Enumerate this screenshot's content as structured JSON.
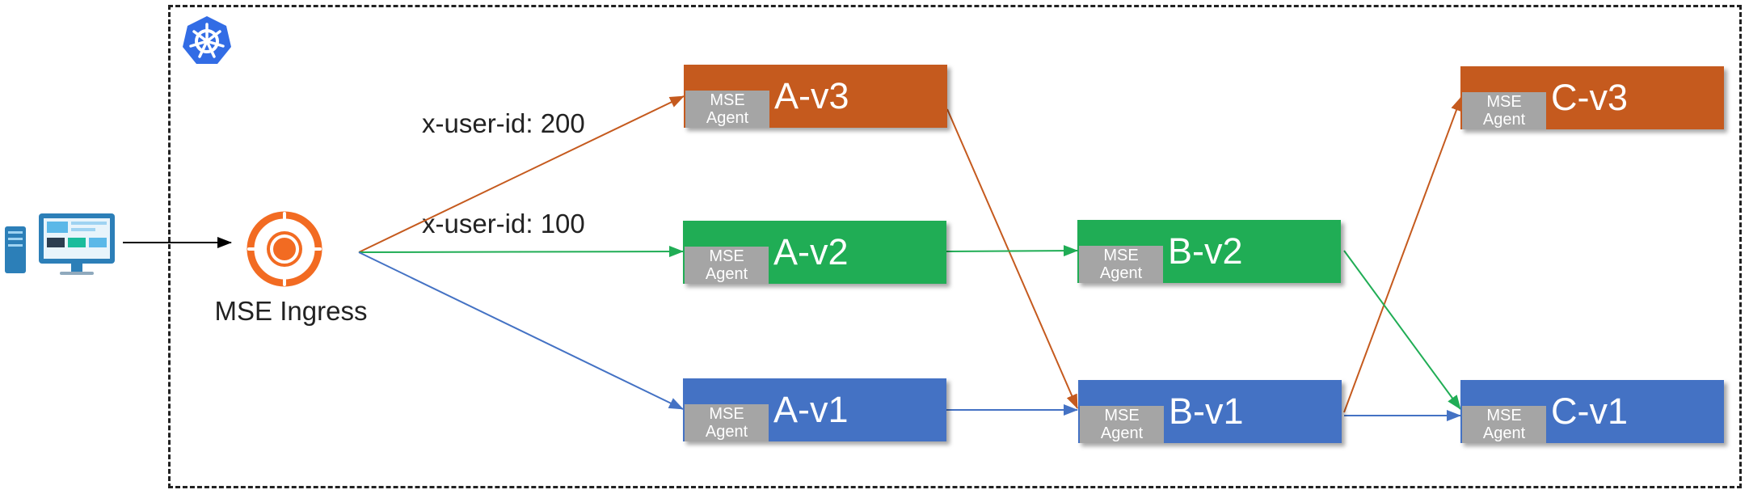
{
  "colors": {
    "v3": "#C55A1E",
    "v2": "#20AD55",
    "v1": "#4472C4",
    "agent": "#A5A5A5",
    "ingress": "#F26B22",
    "k8s": "#326CE5"
  },
  "icons": {
    "cluster": "kubernetes-icon",
    "client": "desktop-client-icon",
    "ingress": "mse-ingress-icon"
  },
  "ingress": {
    "label": "MSE Ingress"
  },
  "routes": {
    "r200": "x-user-id: 200",
    "r100": "x-user-id: 100"
  },
  "services": {
    "a_v3": {
      "name": "A-v3",
      "agent_line1": "MSE",
      "agent_line2": "Agent"
    },
    "a_v2": {
      "name": "A-v2",
      "agent_line1": "MSE",
      "agent_line2": "Agent"
    },
    "a_v1": {
      "name": "A-v1",
      "agent_line1": "MSE",
      "agent_line2": "Agent"
    },
    "b_v2": {
      "name": "B-v2",
      "agent_line1": "MSE",
      "agent_line2": "Agent"
    },
    "b_v1": {
      "name": "B-v1",
      "agent_line1": "MSE",
      "agent_line2": "Agent"
    },
    "c_v3": {
      "name": "C-v3",
      "agent_line1": "MSE",
      "agent_line2": "Agent"
    },
    "c_v1": {
      "name": "C-v1",
      "agent_line1": "MSE",
      "agent_line2": "Agent"
    }
  }
}
